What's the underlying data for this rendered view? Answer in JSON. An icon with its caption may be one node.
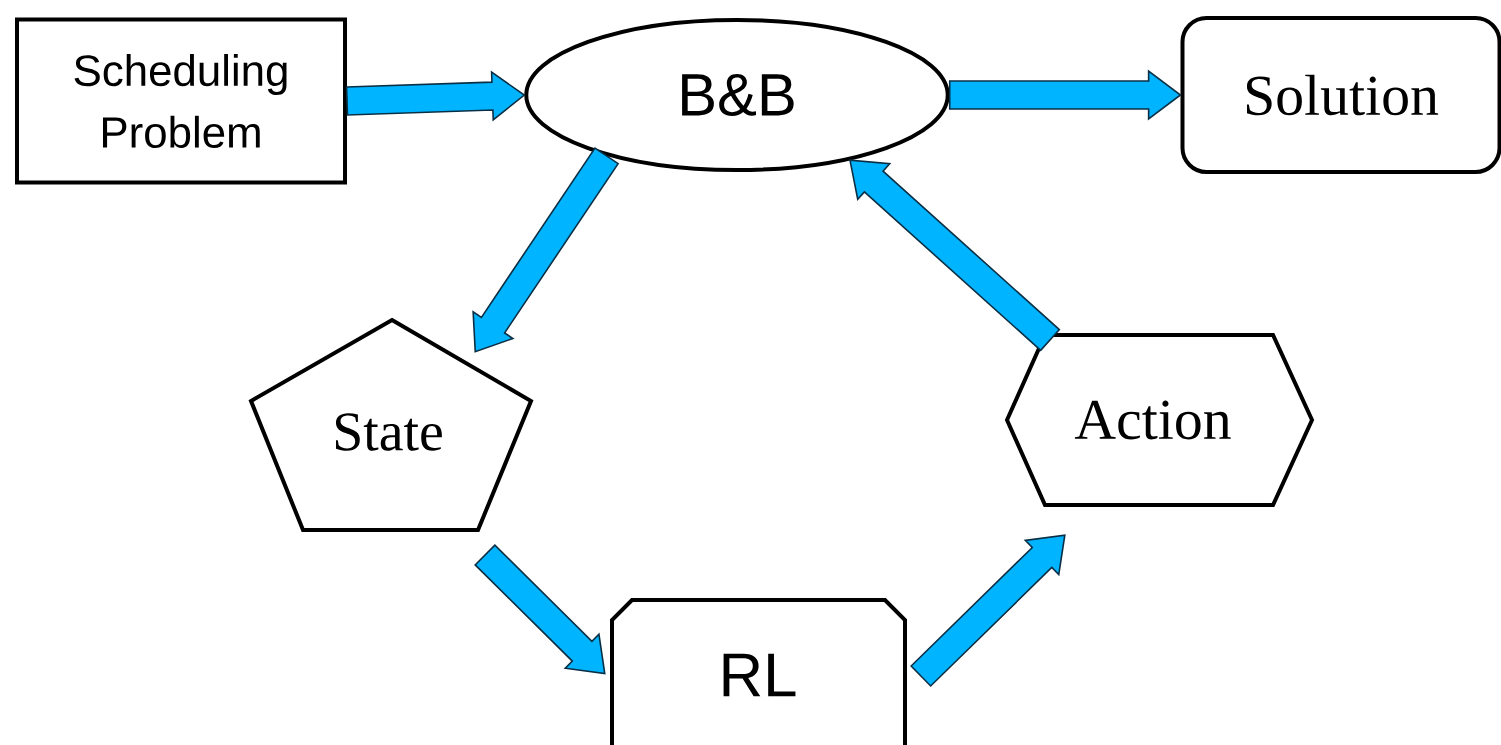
{
  "diagram": {
    "nodes": [
      {
        "text": [
          "Scheduling Problem"
        ]
      },
      {
        "text": [
          "B&B"
        ]
      },
      {
        "text": [
          "Solution"
        ]
      },
      {
        "text": [
          "State"
        ]
      },
      {
        "text": [
          "RL"
        ]
      },
      {
        "text": [
          "Action"
        ]
      }
    ],
    "edges": [
      {
        "from": 0,
        "to": 1,
        "arrow": "to"
      },
      {
        "from": 1,
        "to": 2,
        "arrow": "to"
      },
      {
        "from": 1,
        "to": 3,
        "arrow": "to"
      },
      {
        "from": 3,
        "to": 4,
        "arrow": "to"
      },
      {
        "from": 4,
        "to": 5,
        "arrow": "to"
      },
      {
        "from": 5,
        "to": 1,
        "arrow": "to"
      }
    ]
  }
}
